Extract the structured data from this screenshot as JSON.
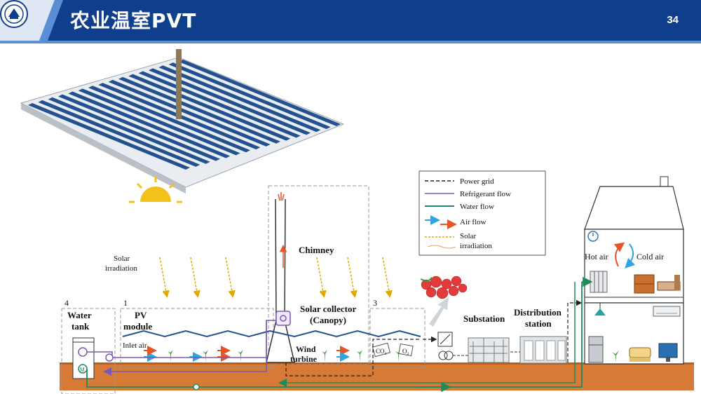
{
  "header": {
    "title": "农业温室PVT",
    "page_number": "34",
    "colors": {
      "bar": "#0e3e8c",
      "accent": "#5a8fd6"
    }
  },
  "diagram": {
    "labels": {
      "solar_irradiation": [
        "Solar",
        "irradiation"
      ],
      "chimney": "Chimney",
      "water_tank": [
        "Water",
        "tank"
      ],
      "pv_module": [
        "PV",
        "module"
      ],
      "inlet_air": "Inlet air",
      "solar_collector": [
        "Solar collector",
        "(Canopy)"
      ],
      "wind_turbine": [
        "Wind",
        "turbine"
      ],
      "substation": "Substation",
      "distribution_station": [
        "Distribution",
        "station"
      ],
      "hot_air": "Hot air",
      "cold_air": "Cold air",
      "co2": "CO₂",
      "o2": "O₂",
      "section_numbers": [
        "4",
        "1",
        "3"
      ]
    },
    "legend": [
      {
        "key": "power-grid",
        "label": "Power grid"
      },
      {
        "key": "refrigerant-flow",
        "label": "Refrigerant flow"
      },
      {
        "key": "water-flow",
        "label": "Water flow"
      },
      {
        "key": "air-flow",
        "label": "Air flow"
      },
      {
        "key": "solar-irradiation",
        "label": [
          "Solar",
          "irradiation"
        ]
      }
    ],
    "colors": {
      "ground": "#d77a36",
      "water_flow": "#1f8a5a",
      "refrigerant_flow": "#7a5ab0",
      "air_flow_cold": "#2fa4e0",
      "air_flow_hot": "#e5542a",
      "solar": "#f2c21a",
      "panel": "#23508f"
    },
    "icons": [
      "sun-icon",
      "gear-icon",
      "tomatoes-icon",
      "thermometer-icon",
      "lamp-icon",
      "air-conditioner-icon",
      "refrigerator-icon",
      "sofa-icon",
      "tv-icon",
      "heater-icon",
      "cabinet-icon",
      "bed-icon",
      "plant-icon"
    ]
  }
}
